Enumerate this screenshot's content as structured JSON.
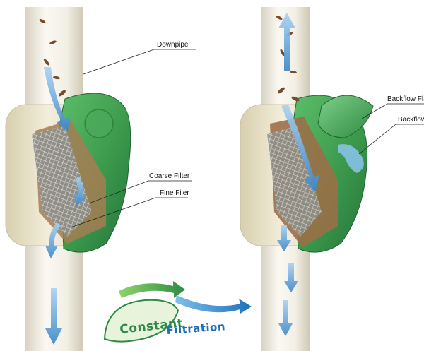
{
  "labels": {
    "downpipe": "Downpipe",
    "coarse_filter": "Coarse Filter",
    "fine_filer": "Fine Filer",
    "backflow_flap": "Backflow Flap",
    "backflow": "Backflow"
  },
  "logo": {
    "line1": "Constant",
    "line2": "Filtration"
  },
  "colors": {
    "pipe": "#f2efe6",
    "pipe_shadow": "#c9c4b2",
    "housing": "#ece6cc",
    "filter_green": "#3f9b4f",
    "filter_green_dark": "#2d7a3c",
    "water_arrow": "#5b9fd6",
    "leaf": "#8a5a3a",
    "logo_green": "#2e8b45",
    "logo_blue": "#1f6fb8"
  }
}
